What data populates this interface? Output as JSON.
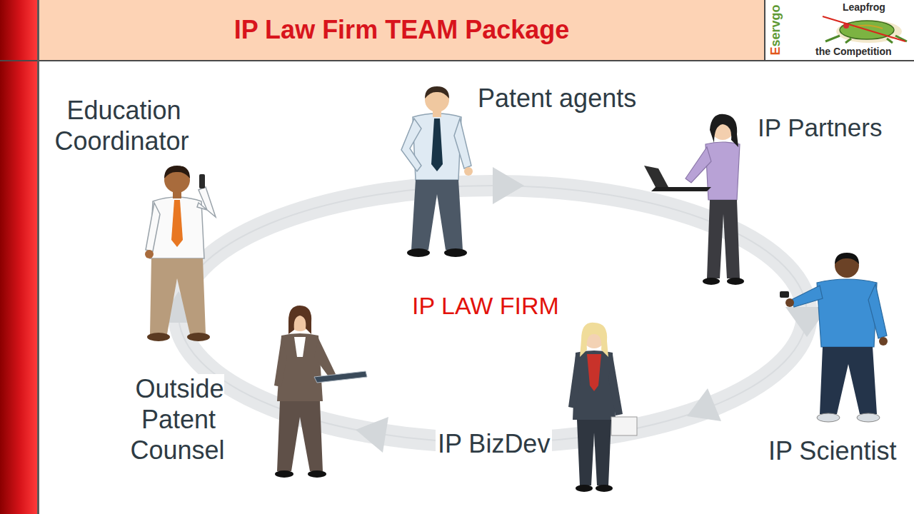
{
  "diagram": {
    "title": "IP Law Firm TEAM Package",
    "nodes": [
      {
        "text": [
          "Eservgo",
          "Leapfrog",
          "the Competition"
        ]
      }
    ],
    "labels": [
      "Education Coordinator",
      "Patent agents",
      "IP Partners",
      "IP LAW FIRM",
      "Outside Patent Counsel",
      "IP BizDev",
      "IP Scientist"
    ]
  }
}
